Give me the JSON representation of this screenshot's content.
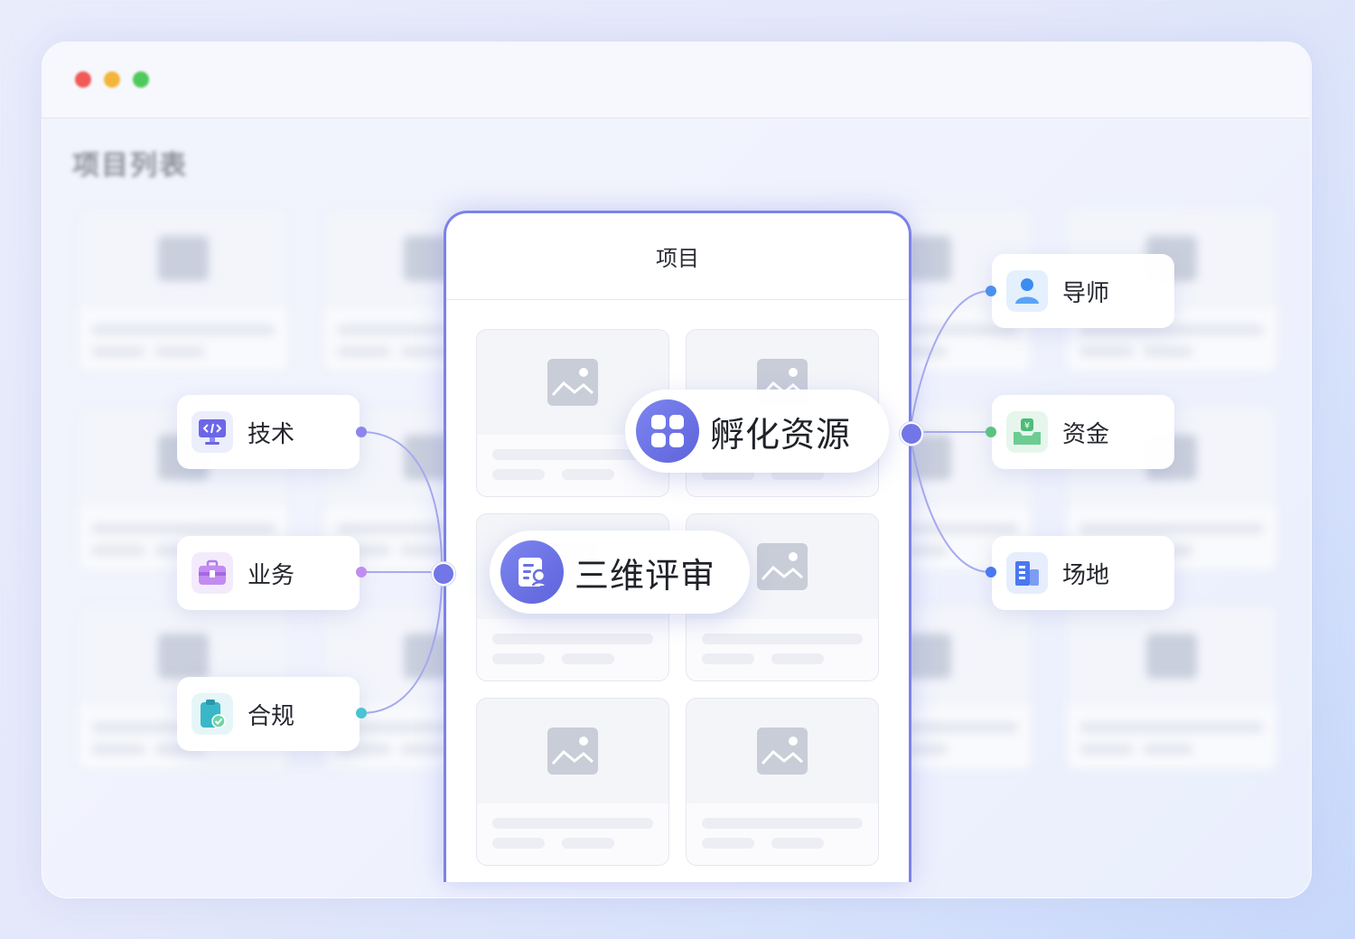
{
  "window": {
    "title": "项目列表",
    "traffic_lights": {
      "close": "#f05a57",
      "minimize": "#f3b53a",
      "zoom": "#4fc95c"
    }
  },
  "panel": {
    "title": "项目"
  },
  "center_pills": {
    "incubation": {
      "label": "孵化资源",
      "icon": "four-squares-icon"
    },
    "review": {
      "label": "三维评审",
      "icon": "review-document-icon"
    }
  },
  "left_tags": [
    {
      "label": "技术",
      "icon": "code-monitor-icon",
      "color": "#6b66e8"
    },
    {
      "label": "业务",
      "icon": "briefcase-icon",
      "color": "#b27be8"
    },
    {
      "label": "合规",
      "icon": "clipboard-check-icon",
      "color": "#36b8c8"
    }
  ],
  "right_tags": [
    {
      "label": "导师",
      "icon": "person-icon",
      "color": "#3d8cf0"
    },
    {
      "label": "资金",
      "icon": "money-box-icon",
      "color": "#4cbc78"
    },
    {
      "label": "场地",
      "icon": "building-icon",
      "color": "#4a78f0"
    }
  ],
  "colors": {
    "accent": "#7276e6",
    "panel_border": "#7b82ea",
    "line": "#a7abef"
  }
}
